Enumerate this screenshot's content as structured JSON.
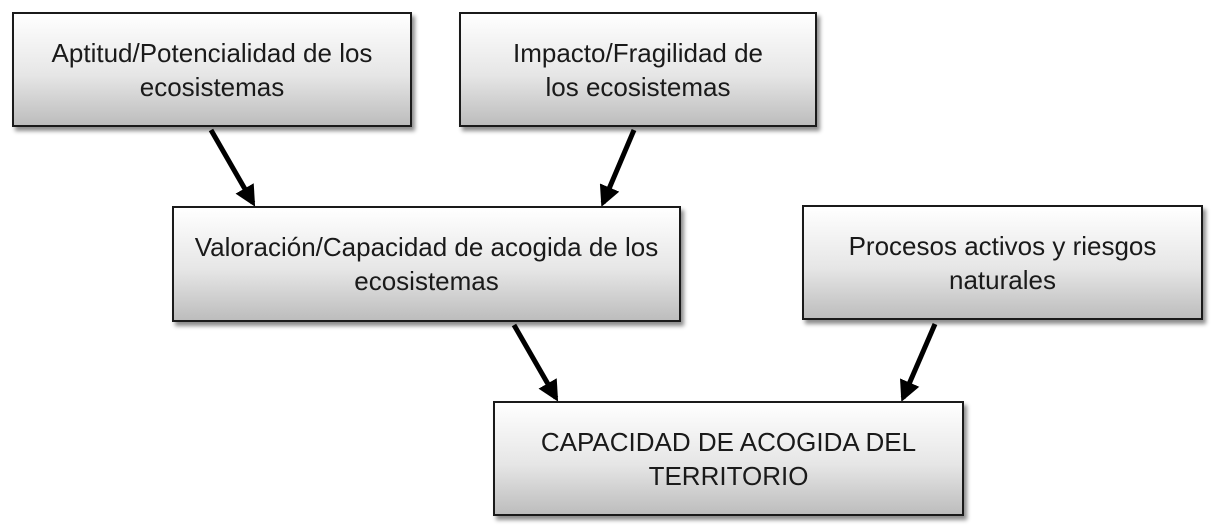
{
  "diagram": {
    "nodes": {
      "aptitud": "Aptitud/Potencialidad de los ecosistemas",
      "impacto": "Impacto/Fragilidad de los ecosistemas",
      "valoracion": "Valoración/Capacidad de acogida de los ecosistemas",
      "procesos": "Procesos activos y riesgos naturales",
      "capacidad": "CAPACIDAD DE ACOGIDA DEL TERRITORIO"
    },
    "edges": [
      {
        "from": "aptitud",
        "to": "valoracion"
      },
      {
        "from": "impacto",
        "to": "valoracion"
      },
      {
        "from": "valoracion",
        "to": "capacidad"
      },
      {
        "from": "procesos",
        "to": "capacidad"
      }
    ]
  }
}
